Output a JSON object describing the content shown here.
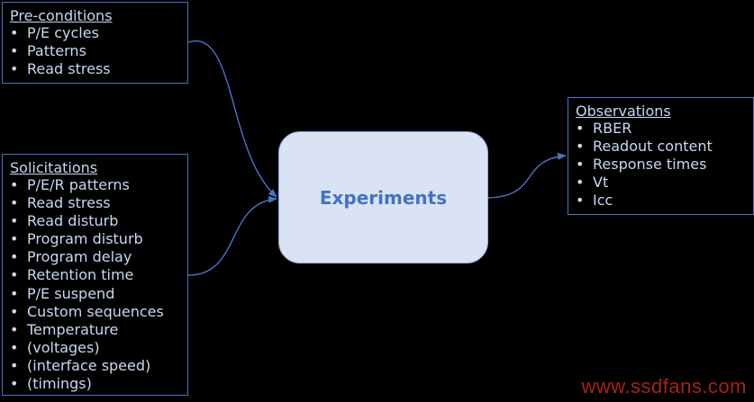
{
  "preconditions": {
    "title": "Pre-conditions",
    "items": [
      "P/E cycles",
      "Patterns",
      "Read stress"
    ]
  },
  "solicitations": {
    "title": "Solicitations",
    "items": [
      "P/E/R patterns",
      "Read stress",
      "Read disturb",
      "Program disturb",
      "Program delay",
      "Retention time",
      "P/E suspend",
      "Custom sequences",
      "Temperature",
      "(voltages)",
      "(interface speed)",
      "(timings)"
    ]
  },
  "center": {
    "label": "Experiments"
  },
  "observations": {
    "title": "Observations",
    "items": [
      "RBER",
      "Readout content",
      "Response times",
      "Vt",
      "Icc"
    ]
  },
  "watermark": "www.ssdfans.com",
  "colors": {
    "background": "#000000",
    "box_border": "#4a72c4",
    "box_text": "#c9d7f2",
    "center_fill": "#dae3f3",
    "center_text": "#4472c4",
    "connector": "#4a72c4",
    "watermark": "#a8211a"
  }
}
